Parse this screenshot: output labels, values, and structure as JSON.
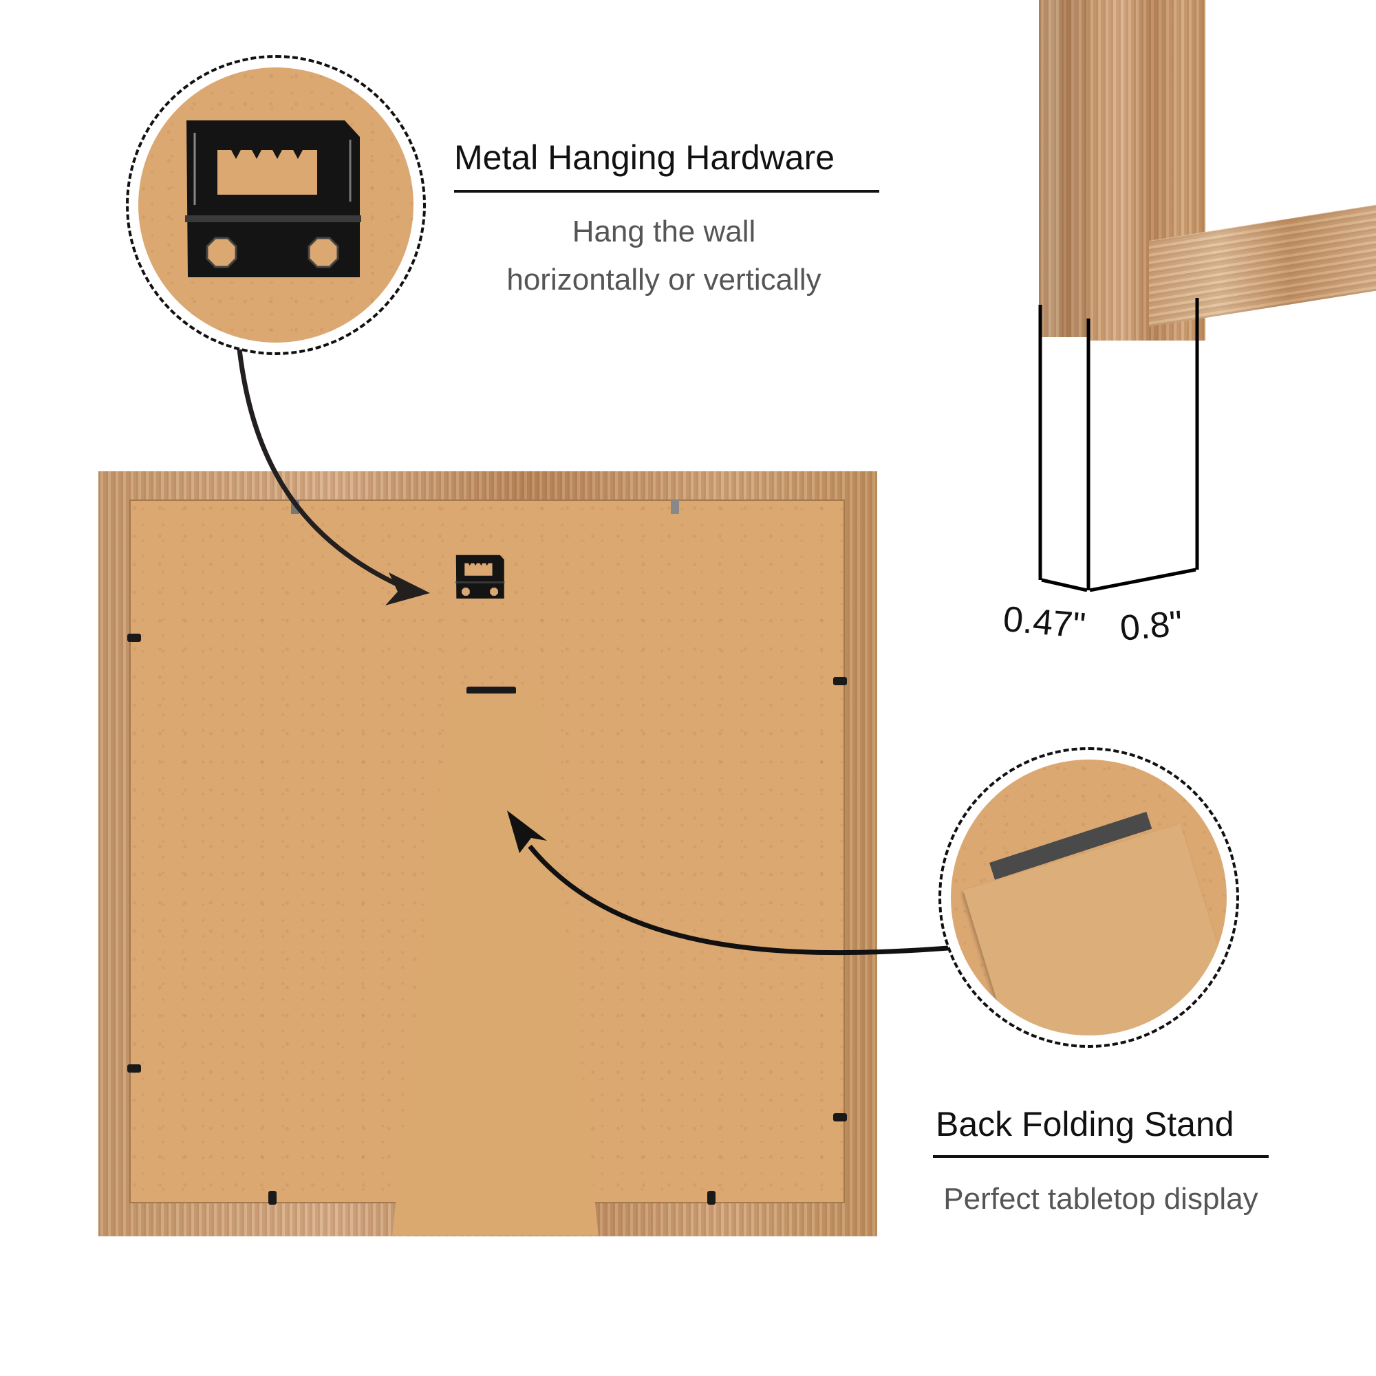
{
  "hardware_callout": {
    "title": "Metal Hanging Hardware",
    "description_line1": "Hang the wall",
    "description_line2": "horizontally or vertically"
  },
  "stand_callout": {
    "title": "Back Folding Stand",
    "description": "Perfect tabletop display"
  },
  "dimensions": {
    "depth": "0.47\"",
    "width": "0.8\""
  },
  "colors": {
    "backing_board": "#dca872",
    "frame_wood": "#c79a6e",
    "hardware": "#1a1a1a",
    "title_text": "#111111",
    "subtitle_text": "#555555"
  }
}
